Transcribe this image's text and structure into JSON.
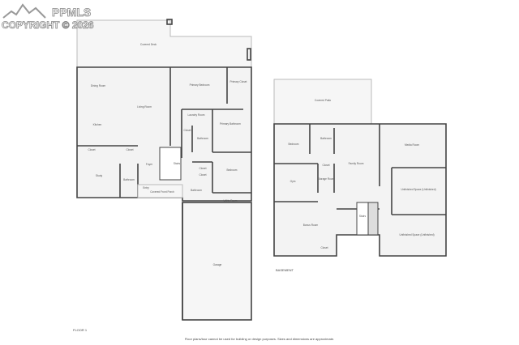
{
  "watermark": {
    "brand": "PPMLS",
    "copyright": "COPYRIGHT © 2026"
  },
  "floor1": {
    "label": "FLOOR 1",
    "rooms": [
      "Covered Deck",
      "Dining Room",
      "Living Room",
      "Kitchen",
      "Primary Bedroom",
      "Primary Closet",
      "Laundry Room",
      "Primary Bathroom",
      "Bathroom",
      "Closet",
      "Closet",
      "Closet",
      "Study",
      "Bathroom",
      "Foyer",
      "Stairs",
      "Entry",
      "Covered Front Porch",
      "Closet",
      "Closet",
      "Bedroom",
      "Bathroom",
      "Utility Room",
      "Garage"
    ]
  },
  "basement": {
    "label": "BASEMENT",
    "rooms": [
      "Covered Patio",
      "Bedroom",
      "Bathroom",
      "Closet",
      "Family Room",
      "Media Room",
      "Gym",
      "Storage Room",
      "Unfinished Space (Unfinished)",
      "Bonus Room",
      "Stairs",
      "Unfinished Space (Unfinished)",
      "Closet"
    ]
  },
  "footer": "Floor plans/tour cannot be used for building or design purposes. Sizes and dimensions are approximate."
}
